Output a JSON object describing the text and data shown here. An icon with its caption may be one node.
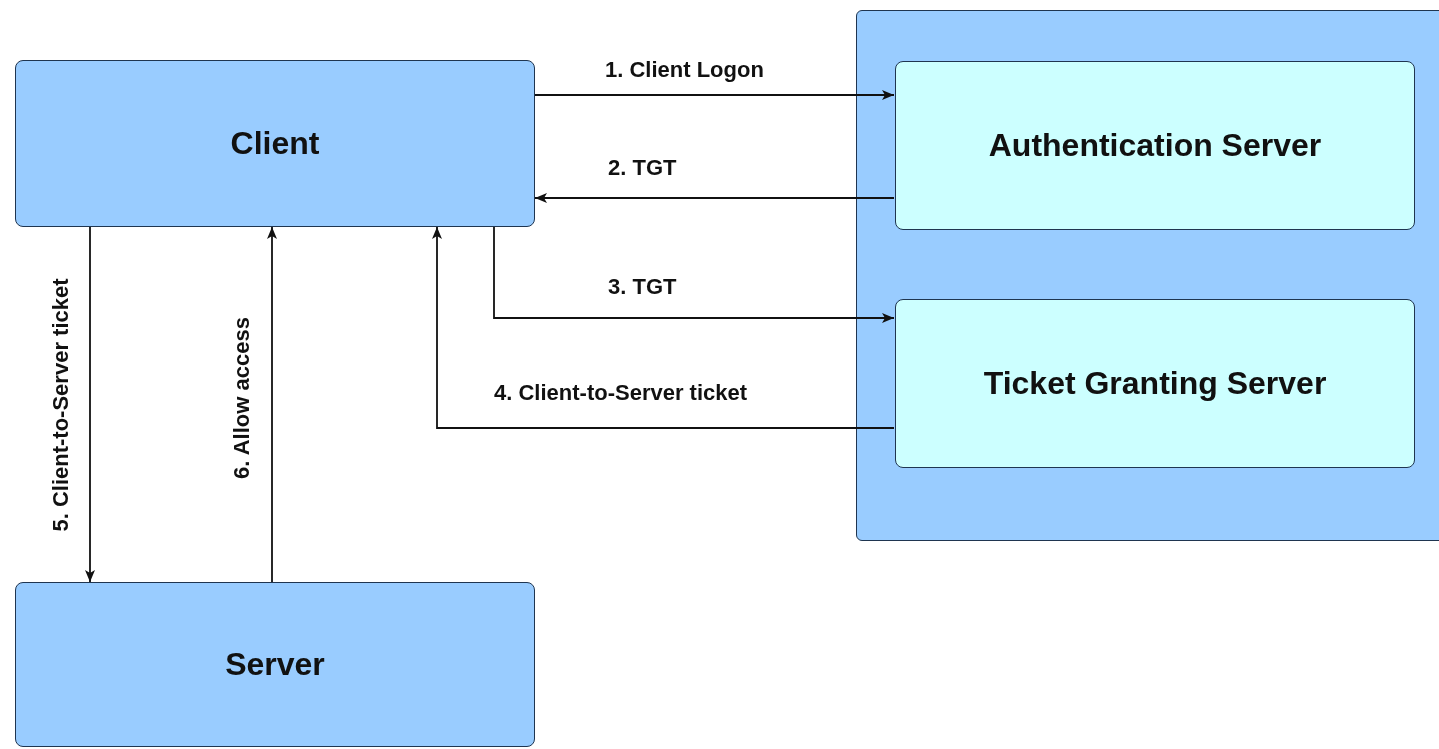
{
  "diagram": {
    "nodes": [
      {
        "text": [
          "Client"
        ]
      },
      {
        "text": [],
        "shape": "box"
      },
      {
        "text": [
          "Authentication Server"
        ],
        "in": 1
      },
      {
        "text": [
          "Ticket Granting Server"
        ],
        "in": 1
      },
      {
        "text": [
          "Server"
        ]
      }
    ],
    "edges": [
      {
        "from": 0,
        "to": 2,
        "arrow": "to",
        "label": "1. Client Logon"
      },
      {
        "from": 2,
        "to": 0,
        "arrow": "to",
        "label": "2. TGT"
      },
      {
        "from": 0,
        "to": 3,
        "arrow": "to",
        "label": "3. TGT"
      },
      {
        "from": 3,
        "to": 0,
        "arrow": "to",
        "label": "4. Client-to-Server ticket"
      },
      {
        "from": 0,
        "to": 4,
        "arrow": "to",
        "label": "5. Client-to-Server ticket"
      },
      {
        "from": 4,
        "to": 0,
        "arrow": "to",
        "label": "6. Allow access"
      }
    ]
  }
}
